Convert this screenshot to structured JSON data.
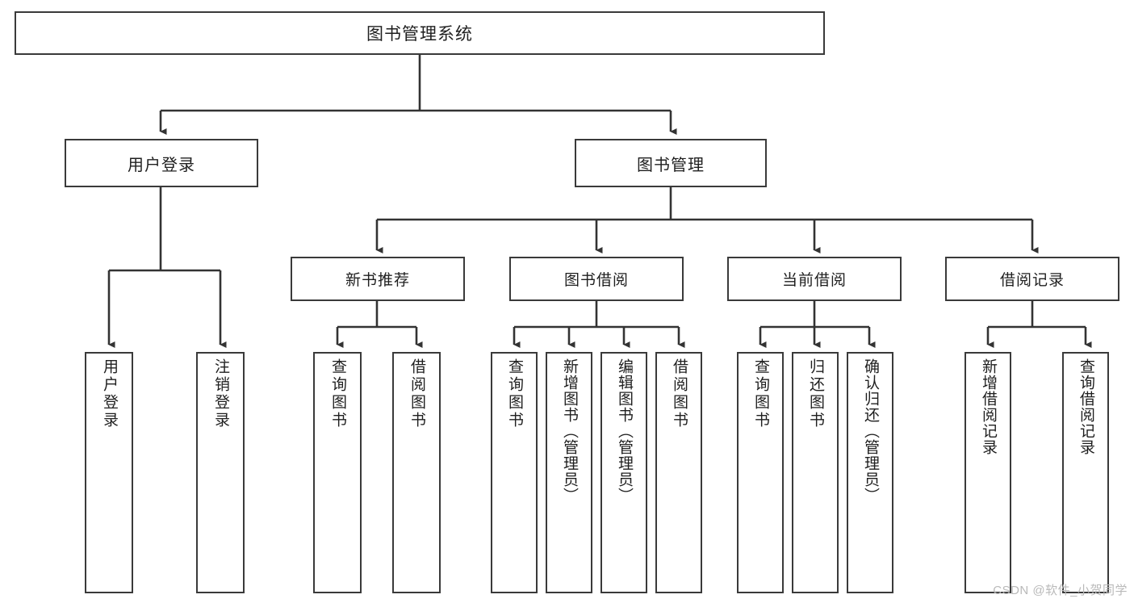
{
  "diagram": {
    "title": "图书管理系统",
    "type": "tree",
    "watermark": "CSDN @软件_小贺同学",
    "colors": {
      "stroke": "#3a3a3a",
      "fill": "#ffffff",
      "text": "#1f1f1f",
      "watermark": "#b9b9b9"
    },
    "root": {
      "label": "图书管理系统"
    },
    "level1": [
      {
        "id": "user-login",
        "label": "用户登录"
      },
      {
        "id": "book-manage",
        "label": "图书管理"
      }
    ],
    "level2": [
      {
        "id": "new-book-rec",
        "label": "新书推荐"
      },
      {
        "id": "book-borrow",
        "label": "图书借阅"
      },
      {
        "id": "current-borrow",
        "label": "当前借阅"
      },
      {
        "id": "borrow-record",
        "label": "借阅记录"
      }
    ],
    "leaves": {
      "user_login": [
        {
          "id": "leaf-user-login",
          "label": "用户登录"
        },
        {
          "id": "leaf-logout",
          "label": "注销登录"
        }
      ],
      "new_book_rec": [
        {
          "id": "leaf-query-book-1",
          "label": "查询图书"
        },
        {
          "id": "leaf-borrow-book-1",
          "label": "借阅图书"
        }
      ],
      "book_borrow": [
        {
          "id": "leaf-query-book-2",
          "label": "查询图书"
        },
        {
          "id": "leaf-add-book",
          "label": "新增图书（管理员）"
        },
        {
          "id": "leaf-edit-book",
          "label": "编辑图书（管理员）"
        },
        {
          "id": "leaf-borrow-book-2",
          "label": "借阅图书"
        }
      ],
      "current_borrow": [
        {
          "id": "leaf-query-book-3",
          "label": "查询图书"
        },
        {
          "id": "leaf-return-book",
          "label": "归还图书"
        },
        {
          "id": "leaf-confirm-return",
          "label": "确认归还（管理员）"
        }
      ],
      "borrow_record": [
        {
          "id": "leaf-add-record",
          "label": "新增借阅记录"
        },
        {
          "id": "leaf-query-record",
          "label": "查询借阅记录"
        }
      ]
    }
  }
}
